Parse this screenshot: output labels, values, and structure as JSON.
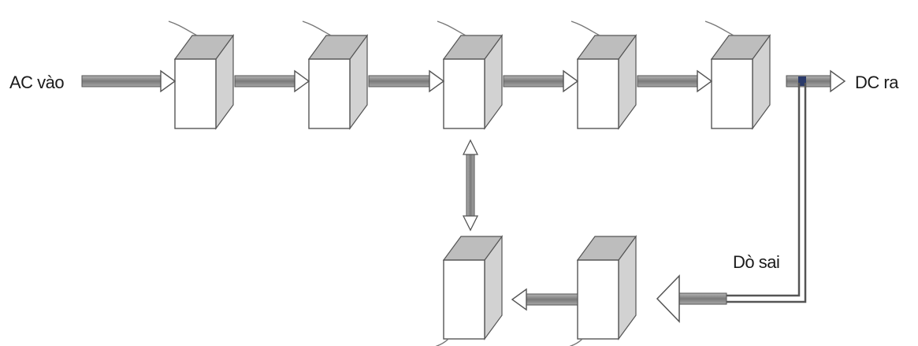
{
  "diagram": {
    "input_label": "AC vào",
    "output_label": "DC ra",
    "feedback_label": "Dò sai"
  },
  "colors": {
    "block_front": "#ffffff",
    "block_top": "#bdbdbd",
    "block_side": "#d2d2d2",
    "arrow_fill": "#8c8c8c",
    "line": "#555555"
  }
}
